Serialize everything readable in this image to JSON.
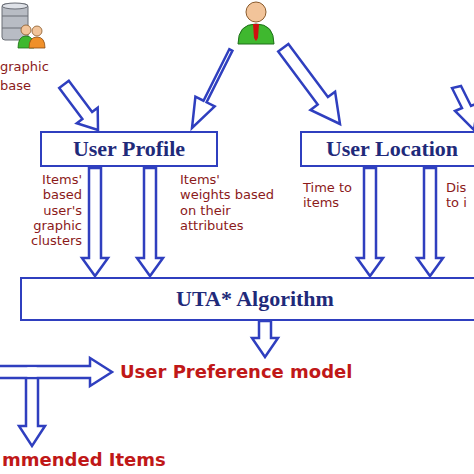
{
  "diagram": {
    "nodes": [
      {
        "text": [
          "graphic base"
        ]
      },
      {
        "text": [
          "User Profile"
        ]
      },
      {
        "text": [
          "User Location"
        ]
      },
      {
        "text": [
          "UTA* Algorithm"
        ]
      }
    ],
    "edges": [
      {
        "from": 0,
        "to": 1,
        "arrow": "to"
      },
      {
        "from": 1,
        "to": 3,
        "label": "Items' based user's graphic clusters",
        "arrow": "to"
      },
      {
        "from": 1,
        "to": 3,
        "label": "Items' weights based on their attributes",
        "arrow": "to"
      },
      {
        "from": 2,
        "to": 3,
        "label": "Time to items",
        "arrow": "to"
      },
      {
        "from": 2,
        "to": 3,
        "label": "Dis to i",
        "arrow": "to"
      }
    ],
    "labels": [
      "User Preference model",
      "mmended Items"
    ]
  }
}
